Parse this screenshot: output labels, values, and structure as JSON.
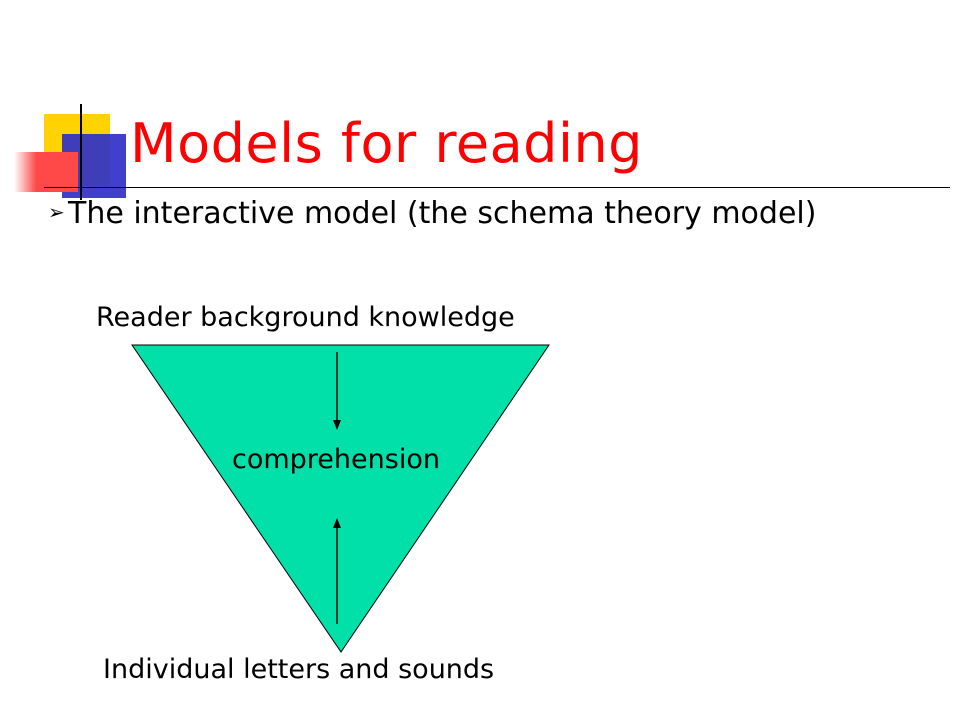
{
  "slide": {
    "title": "Models for reading",
    "bullet": "The interactive model (the schema theory model)",
    "icons": [
      "bullet-arrow-icon"
    ]
  },
  "diagram": {
    "top_label": "Reader background knowledge",
    "center_label": "comprehension",
    "bottom_label": "Individual letters and sounds",
    "triangle_color": "#00e0a8",
    "title_color": "#ff0000"
  }
}
